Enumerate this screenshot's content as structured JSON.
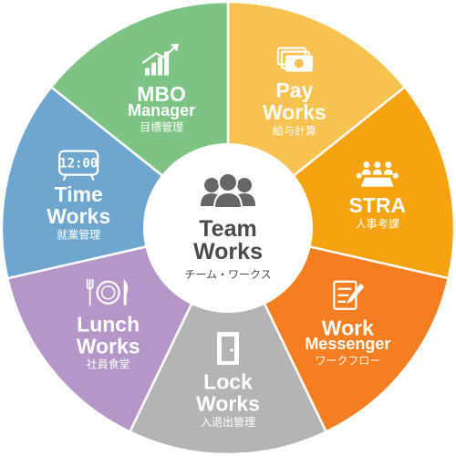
{
  "center": {
    "title_line1": "Team",
    "title_line2": "Works",
    "subtitle": "チーム・ワークス",
    "icon": "team-people-icon",
    "color": "#666666"
  },
  "segments": [
    {
      "id": "pay",
      "title_lines": [
        "Pay",
        "Works"
      ],
      "subtitle": "給与計算",
      "icon": "money-bills-icon",
      "color": "#F7C24F"
    },
    {
      "id": "stra",
      "title_lines": [
        "STRA"
      ],
      "subtitle": "人事考課",
      "icon": "meeting-table-icon",
      "color": "#F5A40F"
    },
    {
      "id": "work-messenger",
      "title_lines": [
        "Work",
        "Messenger"
      ],
      "subtitle": "ワークフロー",
      "icon": "document-pen-icon",
      "color": "#F47E21"
    },
    {
      "id": "lock",
      "title_lines": [
        "Lock",
        "Works"
      ],
      "subtitle": "入退出管理",
      "icon": "door-icon",
      "color": "#B4B4B4"
    },
    {
      "id": "lunch",
      "title_lines": [
        "Lunch",
        "Works"
      ],
      "subtitle": "社員食堂",
      "icon": "fork-plate-knife-icon",
      "color": "#B496C8"
    },
    {
      "id": "time",
      "title_lines": [
        "Time",
        "Works"
      ],
      "subtitle": "就業管理",
      "icon": "digital-clock-icon",
      "icon_text": "12:00",
      "color": "#6FA6D0"
    },
    {
      "id": "mbo",
      "title_lines": [
        "MBO",
        "Manager"
      ],
      "subtitle": "目標管理",
      "icon": "growth-chart-icon",
      "color": "#7DC384"
    }
  ]
}
